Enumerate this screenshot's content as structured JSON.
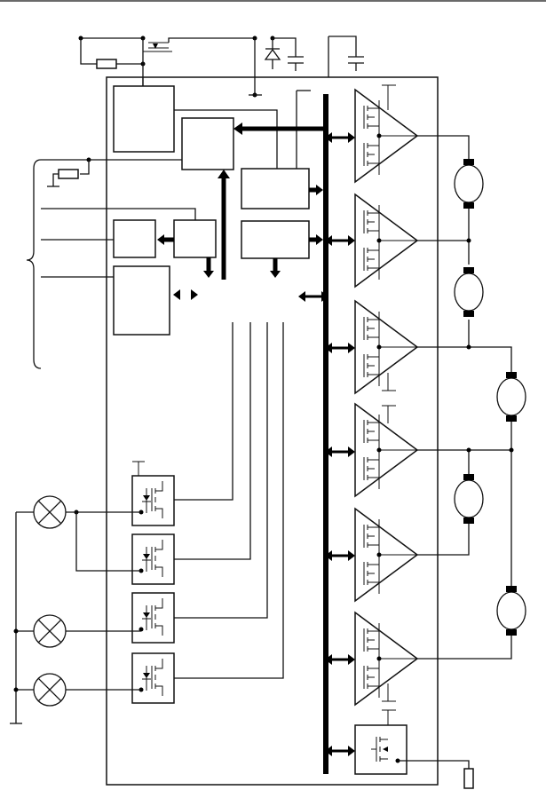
{
  "diagram": {
    "kind": "block-schematic",
    "colors": {
      "line": "#111111",
      "background": "#ffffff"
    },
    "components": {
      "half_bridge_drivers": 6,
      "motors": 5,
      "lamps": 3,
      "high_side_switches": 4,
      "low_side_switch": 1,
      "bus_connections": 9
    }
  }
}
